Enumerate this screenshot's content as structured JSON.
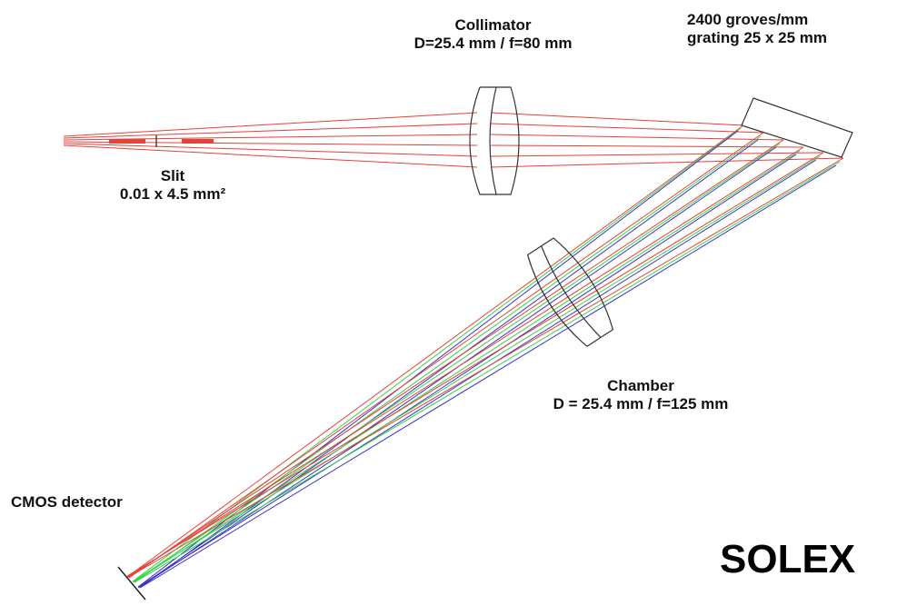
{
  "title": "SOLEX",
  "labels": {
    "collimator": {
      "name": "Collimator",
      "spec": "D=25.4 mm / f=80 mm"
    },
    "grating": {
      "line1": "2400 groves/mm",
      "line2": "grating 25 x 25 mm"
    },
    "slit": {
      "name": "Slit",
      "spec": "0.01 x 4.5 mm²"
    },
    "chamber": {
      "name": "Chamber",
      "spec": "D = 25.4 mm / f=125 mm"
    },
    "detector": {
      "name": "CMOS detector"
    }
  },
  "colors": {
    "red_ray": "#e8403a",
    "green_ray": "#36d24a",
    "blue_ray": "#3a32c8",
    "element_outline": "#333333"
  }
}
